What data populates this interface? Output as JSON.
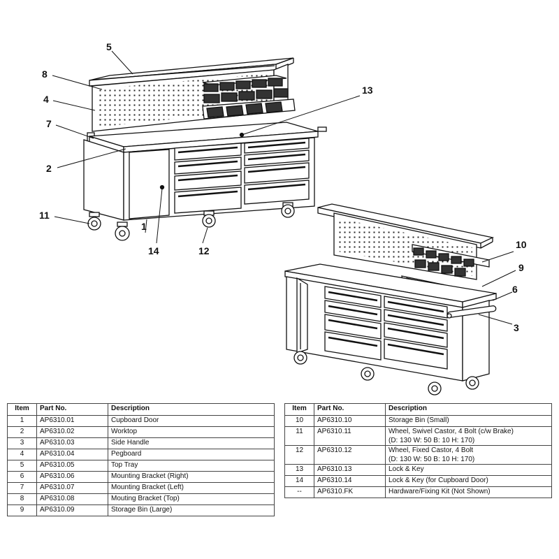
{
  "callouts": [
    "5",
    "8",
    "4",
    "7",
    "2",
    "13",
    "11",
    "1",
    "14",
    "12",
    "10",
    "9",
    "6",
    "3"
  ],
  "table_headers": {
    "item": "Item",
    "part_no": "Part No.",
    "description": "Description"
  },
  "parts_left": [
    {
      "item": "1",
      "part_no": "AP6310.01",
      "description": [
        "Cupboard Door"
      ]
    },
    {
      "item": "2",
      "part_no": "AP6310.02",
      "description": [
        "Worktop"
      ]
    },
    {
      "item": "3",
      "part_no": "AP6310.03",
      "description": [
        "Side Handle"
      ]
    },
    {
      "item": "4",
      "part_no": "AP6310.04",
      "description": [
        "Pegboard"
      ]
    },
    {
      "item": "5",
      "part_no": "AP6310.05",
      "description": [
        "Top Tray"
      ]
    },
    {
      "item": "6",
      "part_no": "AP6310.06",
      "description": [
        "Mounting Bracket (Right)"
      ]
    },
    {
      "item": "7",
      "part_no": "AP6310.07",
      "description": [
        "Mounting Bracket (Left)"
      ]
    },
    {
      "item": "8",
      "part_no": "AP6310.08",
      "description": [
        "Mouting Bracket (Top)"
      ]
    },
    {
      "item": "9",
      "part_no": "AP6310.09",
      "description": [
        "Storage Bin (Large)"
      ]
    }
  ],
  "parts_right": [
    {
      "item": "10",
      "part_no": "AP6310.10",
      "description": [
        "Storage Bin (Small)"
      ]
    },
    {
      "item": "11",
      "part_no": "AP6310.11",
      "description": [
        "Wheel, Swivel Castor, 4 Bolt (c/w Brake)",
        "(D: 130 W: 50 B: 10 H: 170)"
      ]
    },
    {
      "item": "12",
      "part_no": "AP6310.12",
      "description": [
        "Wheel, Fixed Castor, 4 Bolt",
        "(D: 130 W: 50 B: 10 H: 170)"
      ]
    },
    {
      "item": "13",
      "part_no": "AP6310.13",
      "description": [
        "Lock & Key"
      ]
    },
    {
      "item": "14",
      "part_no": "AP6310.14",
      "description": [
        "Lock & Key (for Cupboard Door)"
      ]
    },
    {
      "item": "--",
      "part_no": "AP6310.FK",
      "description": [
        "Hardware/Fixing Kit (Not Shown)"
      ]
    }
  ]
}
